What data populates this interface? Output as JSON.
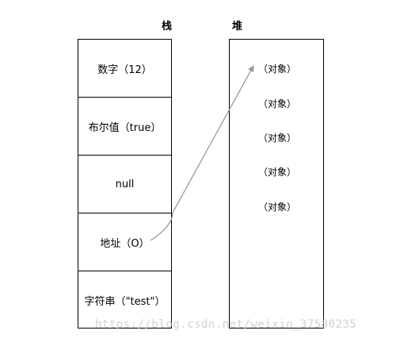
{
  "titles": {
    "stack": "栈",
    "heap": "堆"
  },
  "stack": {
    "cells": [
      "数字（12）",
      "布尔值（true）",
      "null",
      "地址（O）",
      "字符串（\"test\"）"
    ]
  },
  "heap": {
    "items": [
      "（对象）",
      "（对象）",
      "（对象）",
      "（对象）",
      "（对象）"
    ]
  },
  "watermark": "https://blog.csdn.net/weixin_37580235"
}
